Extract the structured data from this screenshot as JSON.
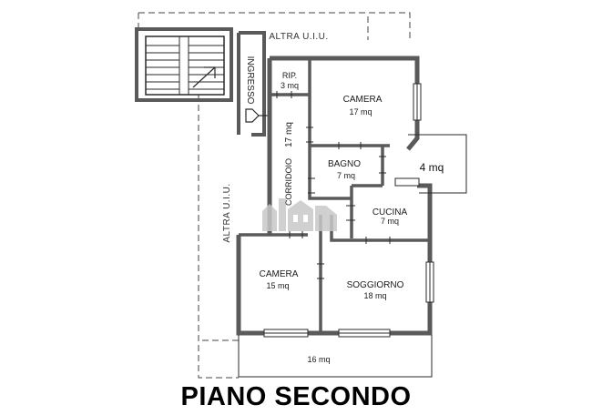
{
  "plan": {
    "title": "PIANO SECONDO",
    "neighbours": {
      "top": "ALTRA U.I.U.",
      "left": "ALTRA U.I.U."
    },
    "entrance_label": "INGRESSO",
    "rooms": {
      "rip": {
        "name": "RIP.",
        "area": "3 mq"
      },
      "camera_top": {
        "name": "CAMERA",
        "area": "17 mq"
      },
      "corridoio": {
        "name": "CORRIDOIO",
        "area": "17 mq"
      },
      "bagno": {
        "name": "BAGNO",
        "area": "7 mq"
      },
      "balcony_east": {
        "area": "4 mq"
      },
      "cucina": {
        "name": "CUCINA",
        "area": "7 mq"
      },
      "camera_bottom": {
        "name": "CAMERA",
        "area": "15 mq"
      },
      "soggiorno": {
        "name": "SOGGIORNO",
        "area": "18 mq"
      },
      "balcony_south": {
        "area": "16 mq"
      }
    },
    "colors": {
      "wall": "#5a5a5a",
      "line": "#2a2a2a",
      "dash": "#444444",
      "watermark": "#c8c8c8"
    }
  }
}
